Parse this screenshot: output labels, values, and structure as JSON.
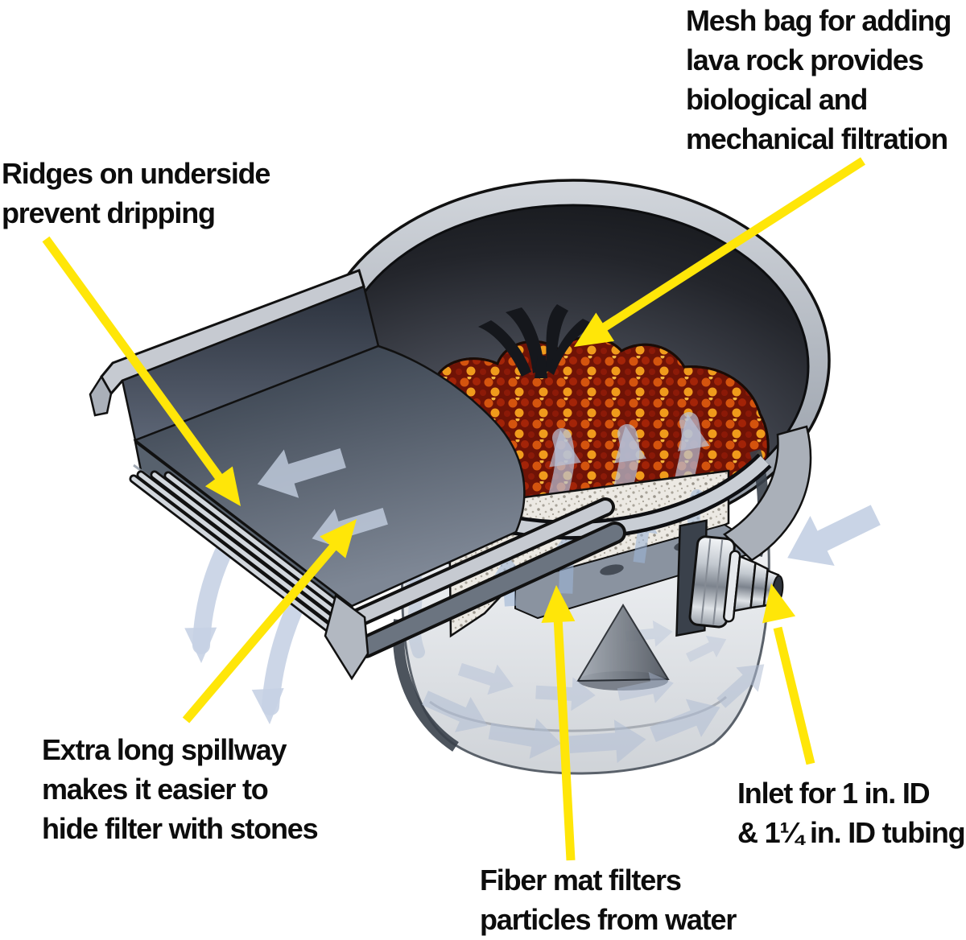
{
  "figure": {
    "type": "technical-cutaway-diagram",
    "subject": "Pond waterfall filter cutaway illustration",
    "background_color": "#ffffff"
  },
  "labels": {
    "mesh_bag": {
      "text": "Mesh bag for adding\nlava rock provides\nbiological and\nmechanical filtration"
    },
    "ridges": {
      "text": "Ridges on underside\nprevent dripping"
    },
    "spillway": {
      "text": "Extra long spillway\nmakes it easier to\nhide filter with stones"
    },
    "inlet": {
      "text": "Inlet for 1 in. ID\n& 1¼ in. ID tubing"
    },
    "fiber_mat": {
      "text": "Fiber mat filters\nparticles from water"
    }
  },
  "colors": {
    "text": "#0d0d0d",
    "pointer_yellow": "#ffe608",
    "water_arrow_blue": "#b7c3d9",
    "lava_rock_red": "#8a1a08",
    "lava_rock_orange": "#e05c0e",
    "mesh_black": "#0c0d10",
    "housing_gray": "#c6cad1",
    "spillway_slate": "#39424f",
    "fiber_mat_white": "#ece9e3",
    "metal_fitting": "#b9bfc7"
  },
  "parts": [
    "spillway-tray",
    "drip-ridges",
    "filter-bowl",
    "lava-rock-mesh-bag",
    "mesh-bag-tie",
    "fiber-mat",
    "base-reservoir",
    "cone-deflector",
    "inlet-fitting",
    "water-flow-arrows",
    "pointer-arrows"
  ]
}
